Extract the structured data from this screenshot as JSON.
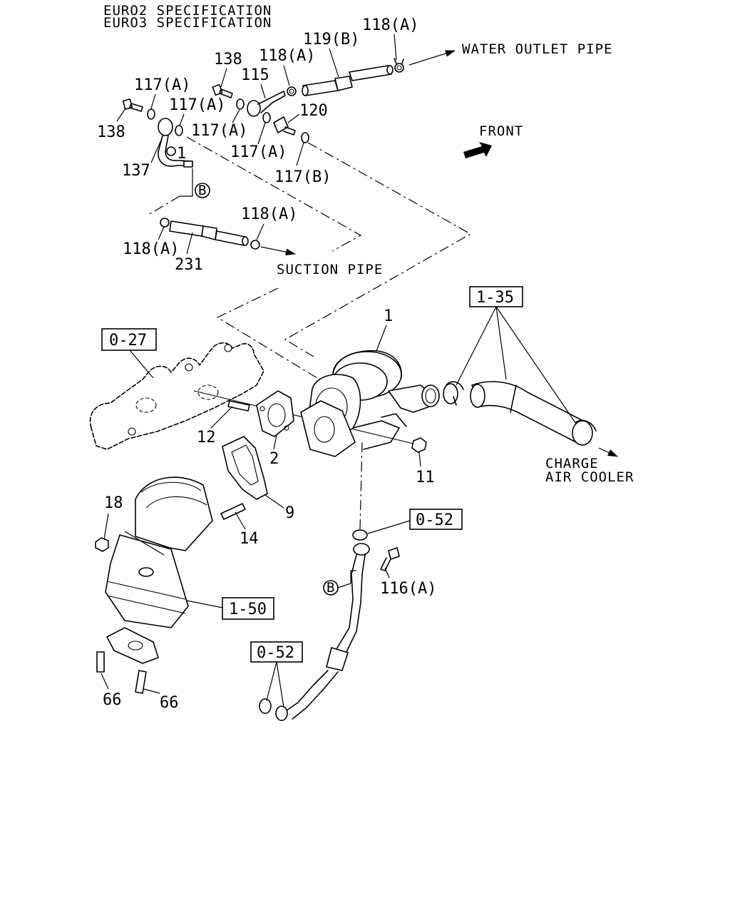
{
  "header": {
    "line1": "EURO2 SPECIFICATION",
    "line2": "EURO3 SPECIFICATION"
  },
  "destinations": {
    "water_outlet": "WATER OUTLET PIPE",
    "suction": "SUCTION PIPE",
    "charge_1": "CHARGE",
    "charge_2": "AIR COOLER",
    "front": "FRONT"
  },
  "ref_boxes": {
    "r135": "1-35",
    "r027": "0-27",
    "r052a": "0-52",
    "r150": "1-50",
    "r052b": "0-52"
  },
  "callout_b": "B",
  "part_labels": {
    "p118a_top": "118(A)",
    "p119b": "119(B)",
    "p138_a": "138",
    "p118a_mid": "118(A)",
    "p115": "115",
    "p117a_1": "117(A)",
    "p117a_2": "117(A)",
    "p117a_3": "117(A)",
    "p120": "120",
    "p117a_4": "117(A)",
    "p138_b": "138",
    "p117b": "117(B)",
    "p137": "137",
    "p1_small": "1",
    "p118a_lo1": "118(A)",
    "p118a_lo2": "118(A)",
    "p231": "231",
    "p1": "1",
    "p12": "12",
    "p2": "2",
    "p11": "11",
    "p9": "9",
    "p18": "18",
    "p14": "14",
    "p116a": "116(A)",
    "p66a": "66",
    "p66b": "66"
  }
}
